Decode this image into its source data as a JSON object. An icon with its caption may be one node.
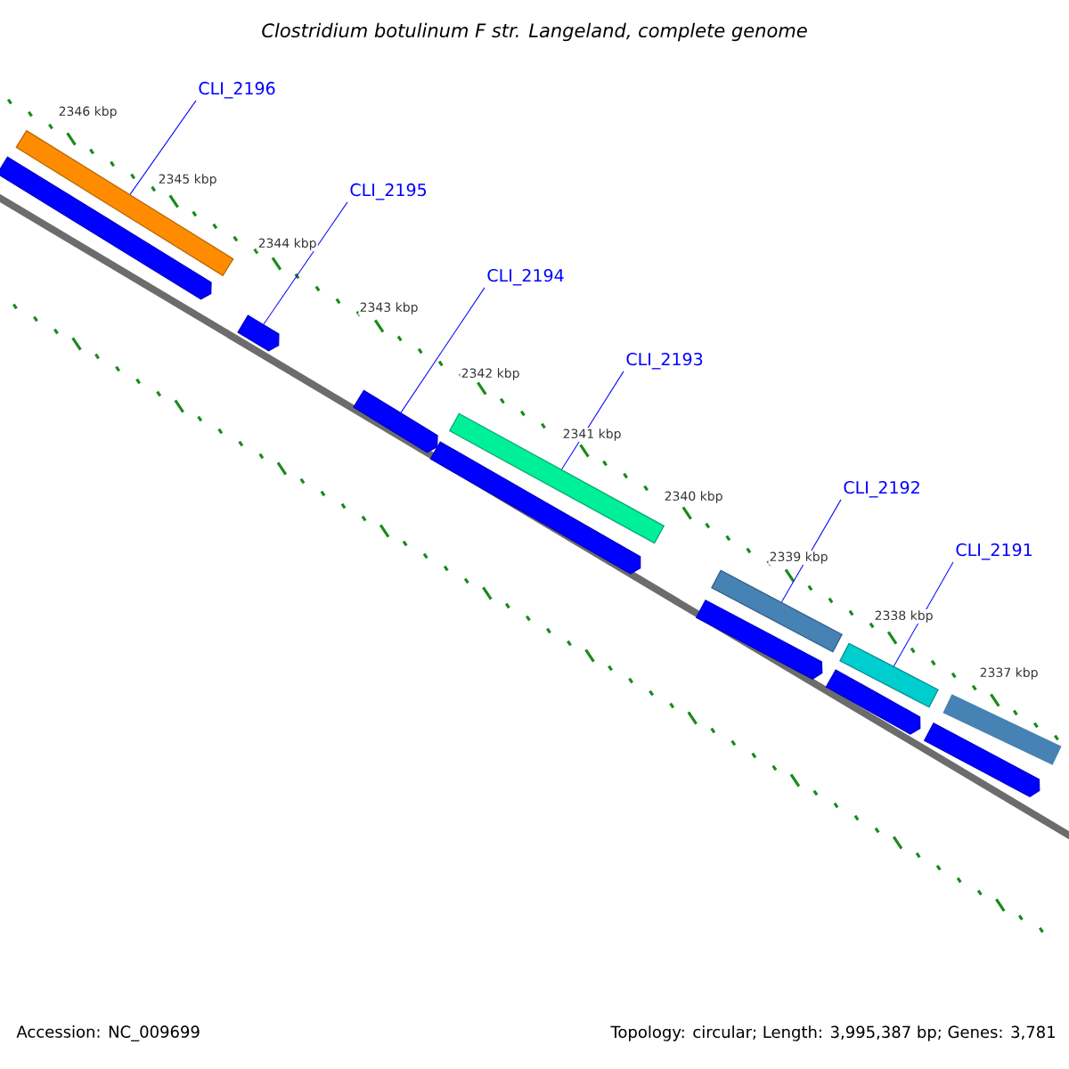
{
  "diagram": {
    "title": "Clostridium botulinum F str. Langeland, complete genome",
    "nodes": [
      {
        "text": [
          "CLI_2196"
        ]
      },
      {
        "text": [
          "CLI_2195"
        ]
      },
      {
        "text": [
          "CLI_2194"
        ]
      },
      {
        "text": [
          "CLI_2193"
        ]
      },
      {
        "text": [
          "CLI_2192"
        ]
      },
      {
        "text": [
          "CLI_2191"
        ]
      },
      {
        "text": [],
        "shape": "bar"
      },
      {
        "text": [],
        "shape": "arrow"
      },
      {
        "text": [],
        "shape": "arrow"
      },
      {
        "text": [],
        "shape": "arrow"
      },
      {
        "text": [],
        "shape": "bar"
      },
      {
        "text": [],
        "shape": "arrow"
      },
      {
        "text": [],
        "shape": "bar"
      },
      {
        "text": [],
        "shape": "arrow"
      },
      {
        "text": [],
        "shape": "bar"
      },
      {
        "text": [],
        "shape": "arrow"
      },
      {
        "text": [],
        "shape": "bar"
      },
      {
        "text": [],
        "shape": "arrow"
      }
    ],
    "edges": [
      {
        "from": 0,
        "to": 6,
        "arrow": "none"
      },
      {
        "from": 1,
        "to": 8,
        "arrow": "none"
      },
      {
        "from": 2,
        "to": 9,
        "arrow": "none"
      },
      {
        "from": 3,
        "to": 10,
        "arrow": "none"
      },
      {
        "from": 4,
        "to": 12,
        "arrow": "none"
      },
      {
        "from": 5,
        "to": 14,
        "arrow": "none"
      }
    ],
    "labels": [
      "2346 kbp",
      "2345 kbp",
      "2344 kbp",
      "2343 kbp",
      "2342 kbp",
      "2341 kbp",
      "2340 kbp",
      "2339 kbp",
      "2338 kbp",
      "2337 kbp",
      "Accession: NC_009699",
      "Topology: circular; Length: 3,995,387 bp; Genes: 3,781"
    ]
  }
}
